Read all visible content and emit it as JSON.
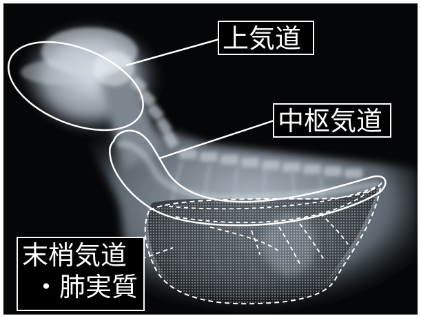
{
  "labels": {
    "upper_airway": "上気道",
    "central_airway": "中枢気道",
    "peripheral_line1": "末梢気道",
    "peripheral_line2": "・肺実質"
  },
  "colors": {
    "background": "#000000",
    "annotation": "#ffffff"
  }
}
